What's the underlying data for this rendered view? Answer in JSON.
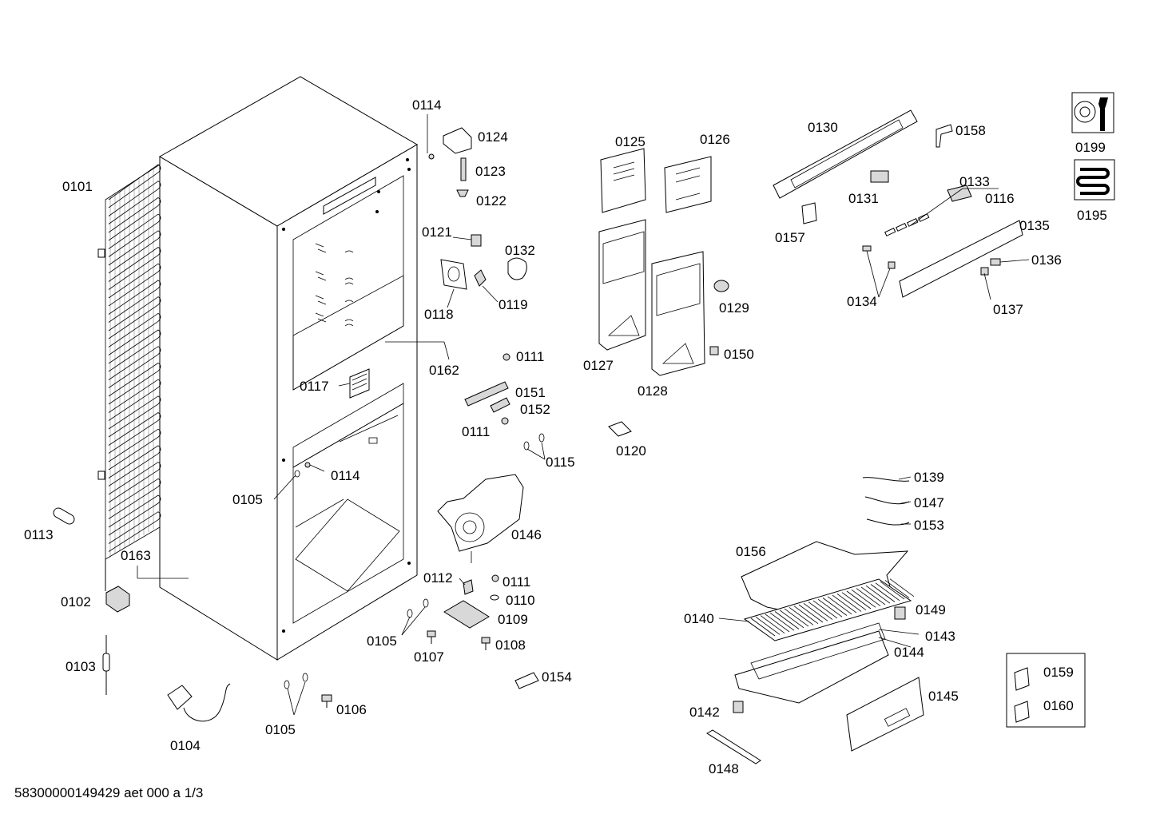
{
  "parts": [
    {
      "id": "p0101",
      "label": "0101"
    },
    {
      "id": "p0102",
      "label": "0102"
    },
    {
      "id": "p0103",
      "label": "0103"
    },
    {
      "id": "p0104",
      "label": "0104"
    },
    {
      "id": "p0105a",
      "label": "0105"
    },
    {
      "id": "p0105b",
      "label": "0105"
    },
    {
      "id": "p0105c",
      "label": "0105"
    },
    {
      "id": "p0106",
      "label": "0106"
    },
    {
      "id": "p0107",
      "label": "0107"
    },
    {
      "id": "p0108",
      "label": "0108"
    },
    {
      "id": "p0109",
      "label": "0109"
    },
    {
      "id": "p0110",
      "label": "0110"
    },
    {
      "id": "p0111a",
      "label": "0111"
    },
    {
      "id": "p0111b",
      "label": "0111"
    },
    {
      "id": "p0111c",
      "label": "0111"
    },
    {
      "id": "p0112",
      "label": "0112"
    },
    {
      "id": "p0113",
      "label": "0113"
    },
    {
      "id": "p0114a",
      "label": "0114"
    },
    {
      "id": "p0114b",
      "label": "0114"
    },
    {
      "id": "p0115",
      "label": "0115"
    },
    {
      "id": "p0116",
      "label": "0116"
    },
    {
      "id": "p0117",
      "label": "0117"
    },
    {
      "id": "p0118",
      "label": "0118"
    },
    {
      "id": "p0119",
      "label": "0119"
    },
    {
      "id": "p0120",
      "label": "0120"
    },
    {
      "id": "p0121",
      "label": "0121"
    },
    {
      "id": "p0122",
      "label": "0122"
    },
    {
      "id": "p0123",
      "label": "0123"
    },
    {
      "id": "p0124",
      "label": "0124"
    },
    {
      "id": "p0125",
      "label": "0125"
    },
    {
      "id": "p0126",
      "label": "0126"
    },
    {
      "id": "p0127",
      "label": "0127"
    },
    {
      "id": "p0128",
      "label": "0128"
    },
    {
      "id": "p0129",
      "label": "0129"
    },
    {
      "id": "p0130",
      "label": "0130"
    },
    {
      "id": "p0131",
      "label": "0131"
    },
    {
      "id": "p0132",
      "label": "0132"
    },
    {
      "id": "p0133",
      "label": "0133"
    },
    {
      "id": "p0134",
      "label": "0134"
    },
    {
      "id": "p0135",
      "label": "0135"
    },
    {
      "id": "p0136",
      "label": "0136"
    },
    {
      "id": "p0137",
      "label": "0137"
    },
    {
      "id": "p0139",
      "label": "0139"
    },
    {
      "id": "p0140",
      "label": "0140"
    },
    {
      "id": "p0142",
      "label": "0142"
    },
    {
      "id": "p0143",
      "label": "0143"
    },
    {
      "id": "p0144",
      "label": "0144"
    },
    {
      "id": "p0145",
      "label": "0145"
    },
    {
      "id": "p0146",
      "label": "0146"
    },
    {
      "id": "p0147",
      "label": "0147"
    },
    {
      "id": "p0148",
      "label": "0148"
    },
    {
      "id": "p0149",
      "label": "0149"
    },
    {
      "id": "p0150",
      "label": "0150"
    },
    {
      "id": "p0151",
      "label": "0151"
    },
    {
      "id": "p0152",
      "label": "0152"
    },
    {
      "id": "p0153",
      "label": "0153"
    },
    {
      "id": "p0154",
      "label": "0154"
    },
    {
      "id": "p0156",
      "label": "0156"
    },
    {
      "id": "p0157",
      "label": "0157"
    },
    {
      "id": "p0158",
      "label": "0158"
    },
    {
      "id": "p0159",
      "label": "0159"
    },
    {
      "id": "p0160",
      "label": "0160"
    },
    {
      "id": "p0162",
      "label": "0162"
    },
    {
      "id": "p0163",
      "label": "0163"
    },
    {
      "id": "p0195",
      "label": "0195"
    },
    {
      "id": "p0199",
      "label": "0199"
    }
  ],
  "footer": {
    "document_code": "58300000149429 aet 000 a 1/3"
  },
  "icons": {
    "tools": "wrench-icon",
    "coil": "heating-coil-icon"
  }
}
